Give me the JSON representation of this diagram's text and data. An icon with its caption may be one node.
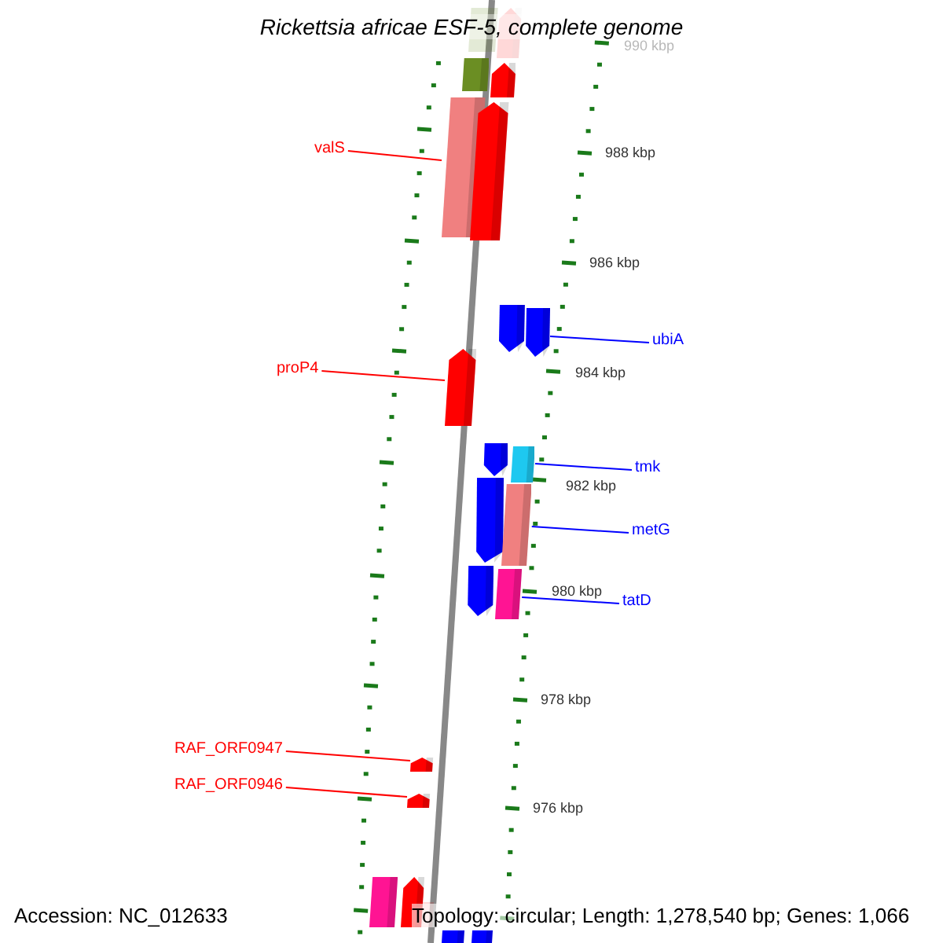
{
  "diagram": {
    "title": "Rickettsia africae ESF-5, complete genome",
    "nodes": [
      {
        "text": [
          "valS"
        ]
      },
      {
        "text": [
          "proP4"
        ]
      },
      {
        "text": [
          "ubiA"
        ]
      },
      {
        "text": [
          "tmk"
        ]
      },
      {
        "text": [
          "metG"
        ]
      },
      {
        "text": [
          "tatD"
        ]
      },
      {
        "text": [
          "RAF_ORF0947"
        ]
      },
      {
        "text": [
          "RAF_ORF0946"
        ]
      },
      {
        "text": [],
        "shape": "bar"
      },
      {
        "text": [],
        "shape": "bar"
      },
      {
        "text": [],
        "shape": "bar"
      },
      {
        "text": [],
        "shape": "bar"
      },
      {
        "text": [],
        "shape": "bar"
      },
      {
        "text": [],
        "shape": "bar"
      },
      {
        "text": [],
        "shape": "bar"
      },
      {
        "text": [],
        "shape": "bar"
      },
      {
        "text": [],
        "shape": "bar"
      },
      {
        "text": [],
        "shape": "bar"
      },
      {
        "text": [],
        "shape": "bar"
      },
      {
        "text": [],
        "shape": "bar"
      },
      {
        "text": [],
        "shape": "bar"
      },
      {
        "text": [],
        "shape": "bar"
      },
      {
        "text": [],
        "shape": "bar"
      },
      {
        "text": [],
        "shape": "bar"
      },
      {
        "text": [],
        "shape": "bar"
      },
      {
        "text": [],
        "shape": "bar"
      },
      {
        "text": [],
        "shape": "bar"
      },
      {
        "text": [],
        "shape": "bar"
      },
      {
        "text": [],
        "shape": "bar"
      },
      {
        "text": [],
        "shape": "bar"
      }
    ],
    "edges": [
      {
        "from": 0,
        "to": 12,
        "arrow": "none"
      },
      {
        "from": 1,
        "to": 16,
        "arrow": "none"
      },
      {
        "from": 2,
        "to": 15,
        "arrow": "none",
        "color": "#0000ff"
      },
      {
        "from": 3,
        "to": 18,
        "arrow": "none",
        "color": "#0000ff"
      },
      {
        "from": 4,
        "to": 20,
        "arrow": "none",
        "color": "#0000ff"
      },
      {
        "from": 5,
        "to": 22,
        "arrow": "none",
        "color": "#0000ff"
      },
      {
        "from": 6,
        "to": 23,
        "arrow": "none"
      },
      {
        "from": 7,
        "to": 24,
        "arrow": "none"
      }
    ],
    "labels": [
      "990 kbp",
      "988 kbp",
      "986 kbp",
      "984 kbp",
      "982 kbp",
      "980 kbp",
      "978 kbp",
      "976 kbp",
      "Accession: NC_012633",
      "Topology: circular; Length: 1,278,540 bp; Genes: 1,066"
    ]
  }
}
